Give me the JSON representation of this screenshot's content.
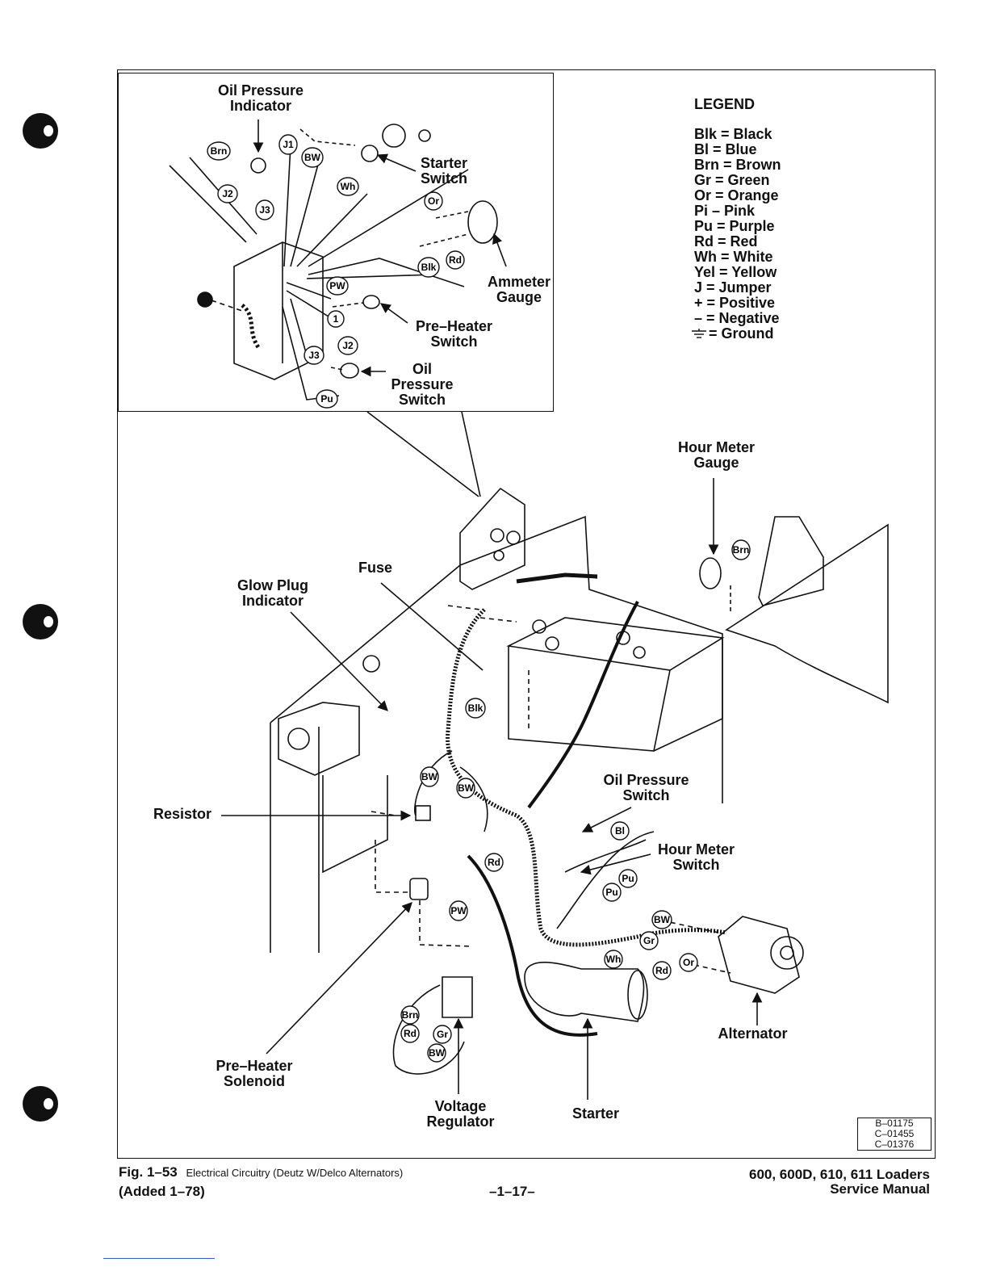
{
  "inset": {
    "oil_pressure_indicator": "Oil Pressure\nIndicator",
    "starter_switch": "Starter\nSwitch",
    "ammeter_gauge": "Ammeter\nGauge",
    "pre_heater_switch": "Pre–Heater\nSwitch",
    "oil_pressure_switch": "Oil\nPressure\nSwitch",
    "wire_tags": [
      "Brn",
      "J1",
      "BW",
      "J2",
      "J3",
      "Wh",
      "Or",
      "Blk",
      "Rd",
      "PW",
      "1",
      "J3",
      "J2",
      "Pu"
    ]
  },
  "legend": {
    "title": "LEGEND",
    "entries": [
      "Blk = Black",
      "Bl = Blue",
      "Brn = Brown",
      "Gr = Green",
      "Or = Orange",
      "Pi – Pink",
      "Pu = Purple",
      "Rd = Red",
      "Wh = White",
      "Yel = Yellow",
      "J = Jumper",
      "+ = Positive",
      "– = Negative",
      "= Ground"
    ]
  },
  "labels": {
    "hour_meter_gauge": "Hour Meter\nGauge",
    "fuse": "Fuse",
    "glow_plug_indicator": "Glow Plug\nIndicator",
    "resistor": "Resistor",
    "oil_pressure_switch": "Oil Pressure\nSwitch",
    "hour_meter_switch": "Hour Meter\nSwitch",
    "alternator": "Alternator",
    "pre_heater_solenoid": "Pre–Heater\nSolenoid",
    "voltage_regulator": "Voltage\nRegulator",
    "starter": "Starter"
  },
  "main_wire_tags": [
    "Brn",
    "Blk",
    "BW",
    "BW",
    "Bl",
    "Rd",
    "Pu",
    "Pu",
    "PW",
    "BW",
    "Gr",
    "Wh",
    "Rd",
    "Or",
    "Brn",
    "Rd",
    "Gr",
    "BW"
  ],
  "codes": [
    "B–01175",
    "C–01455",
    "C–01376"
  ],
  "footer": {
    "fig_num": "Fig. 1–53",
    "fig_caption": "Electrical Circuitry (Deutz W/Delco Alternators)",
    "added": "(Added 1–78)",
    "page_num": "–1–17–",
    "models": "600, 600D, 610, 611 Loaders",
    "manual": "Service Manual"
  }
}
